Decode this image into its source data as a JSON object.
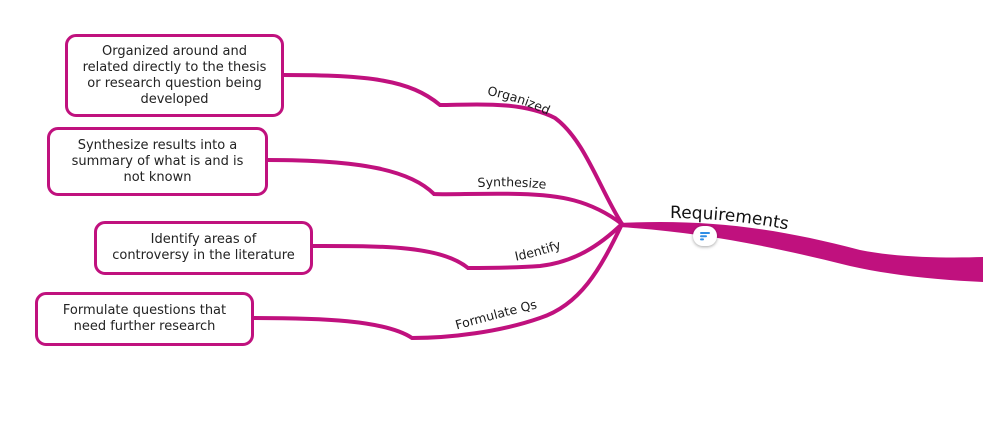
{
  "colors": {
    "branch": "#c0117e",
    "badge_icon": "#2e8ee6"
  },
  "central_topic": {
    "label": "Requirements",
    "note_icon": "notes-icon"
  },
  "branches": [
    {
      "label": "Organized",
      "subtopic": "Organized around and related directly to the thesis or research question being developed"
    },
    {
      "label": "Synthesize",
      "subtopic": "Synthesize results into a summary of what is and is not known"
    },
    {
      "label": "Identify",
      "subtopic": "Identify areas of controversy in the literature"
    },
    {
      "label": "Formulate Qs",
      "subtopic": "Formulate questions that need further research"
    }
  ]
}
